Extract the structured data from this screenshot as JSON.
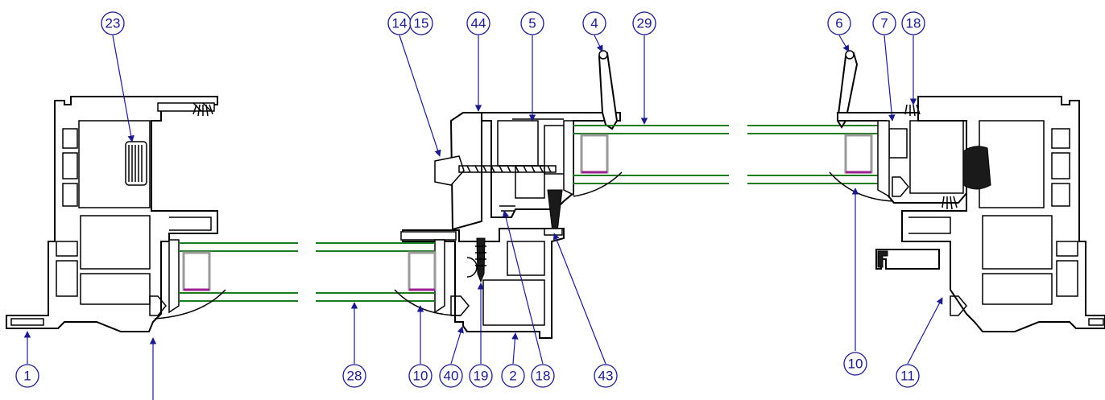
{
  "colors": {
    "callout": "#1a1a8c",
    "glass": "#1e7a1e",
    "spacer": "#9a9a9a",
    "sealant": "#9b1f8f",
    "profile": "#000000"
  },
  "callouts": {
    "c1": "1",
    "c23": "23",
    "c28": "28",
    "c10a": "10",
    "c40": "40",
    "c19": "19",
    "c2": "2",
    "c18a": "18",
    "c43": "43",
    "c14": "14",
    "c15": "15",
    "c44": "44",
    "c5": "5",
    "c4": "4",
    "c29": "29",
    "c6": "6",
    "c7": "7",
    "c18b": "18",
    "c10b": "10",
    "c11": "11"
  }
}
